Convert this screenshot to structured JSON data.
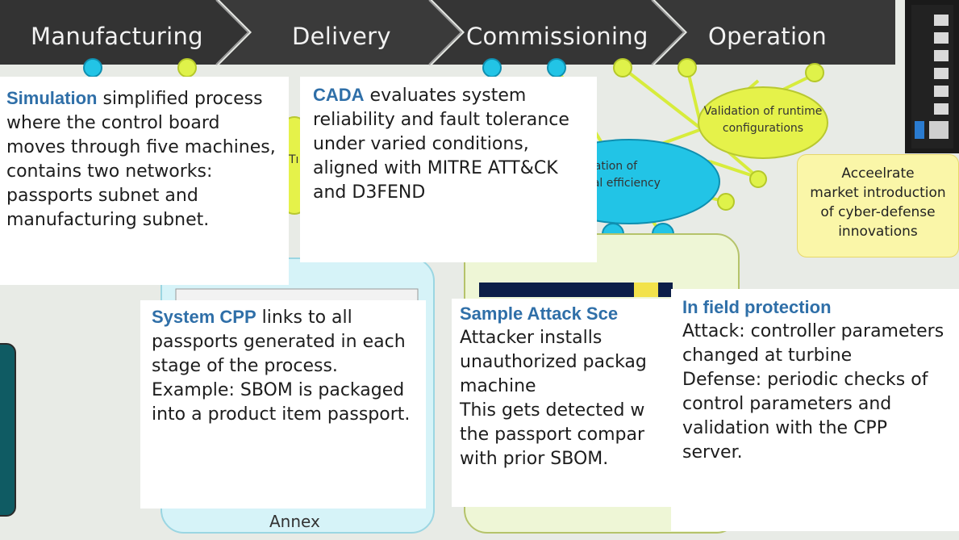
{
  "stages": [
    {
      "label": "Manufacturing"
    },
    {
      "label": "Delivery"
    },
    {
      "label": "Commissioning"
    },
    {
      "label": "Operation"
    }
  ],
  "ovals": {
    "validation": "Validation of runtime\nconfigurations",
    "optimization": "imization of\ntional efficiency",
    "partial": "Tı"
  },
  "yellow_box": "Acceelrate\nmarket introduction\nof cyber-defense\ninnovations",
  "annex_label": "Annex",
  "cards": {
    "simulation": {
      "title": "Simulation",
      "body": " simplified process where the control board moves through five machines, contains two networks: passports subnet and manufacturing subnet."
    },
    "cada": {
      "title": "CADA",
      "body": " evaluates system reliability and fault tolerance under varied conditions, aligned with MITRE ATT&CK and D3FEND"
    },
    "system_cpp": {
      "title": "System CPP",
      "body": " links to all passports generated in each stage of the process.\nExample: SBOM is packaged into a product item passport."
    },
    "attack": {
      "title": "Sample Attack Sce",
      "body": "Attacker installs\nunauthorized packag\nmachine\nThis gets detected w\nthe passport compar\nwith prior SBOM."
    },
    "infield": {
      "title": "In field protection",
      "body": "Attack: controller parameters changed at turbine\nDefense: periodic checks of control parameters and validation with the CPP server."
    }
  },
  "colors": {
    "banner": "#3a3a3a",
    "highlight": "#2f6fa8",
    "cyan": "#22c4e6",
    "lime": "#dff24a",
    "teal": "#0f5b63"
  }
}
